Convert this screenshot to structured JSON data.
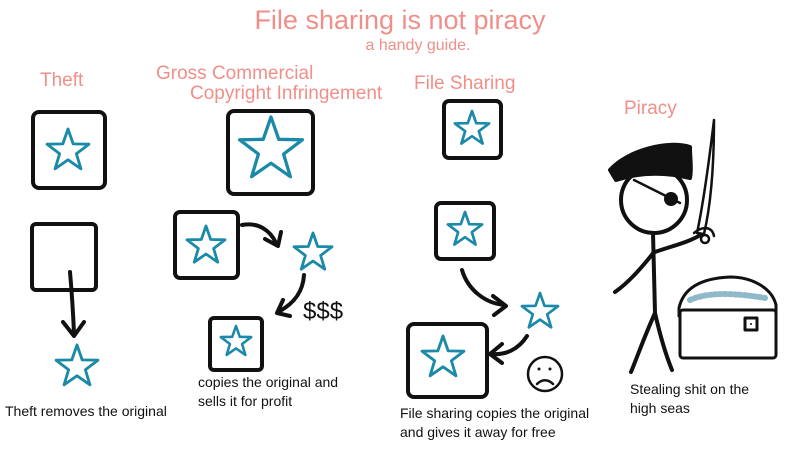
{
  "title": "File sharing is not piracy",
  "subtitle": "a handy guide.",
  "colors": {
    "heading": "#f08f89",
    "star": "#1b8aa8",
    "ink": "#111111"
  },
  "panels": {
    "theft": {
      "heading": "Theft",
      "caption": "Theft removes the original"
    },
    "commercial": {
      "heading_line1": "Gross Commercial",
      "heading_line2": "Copyright Infringement",
      "caption_line1": "copies the original and",
      "caption_line2": "sells it for profit",
      "money": "$$$"
    },
    "file_sharing": {
      "heading": "File Sharing",
      "caption_line1": "File sharing copies the original",
      "caption_line2": "and gives it away for free"
    },
    "piracy": {
      "heading": "Piracy",
      "caption_line1": "Stealing shit on the",
      "caption_line2": "high seas"
    }
  }
}
